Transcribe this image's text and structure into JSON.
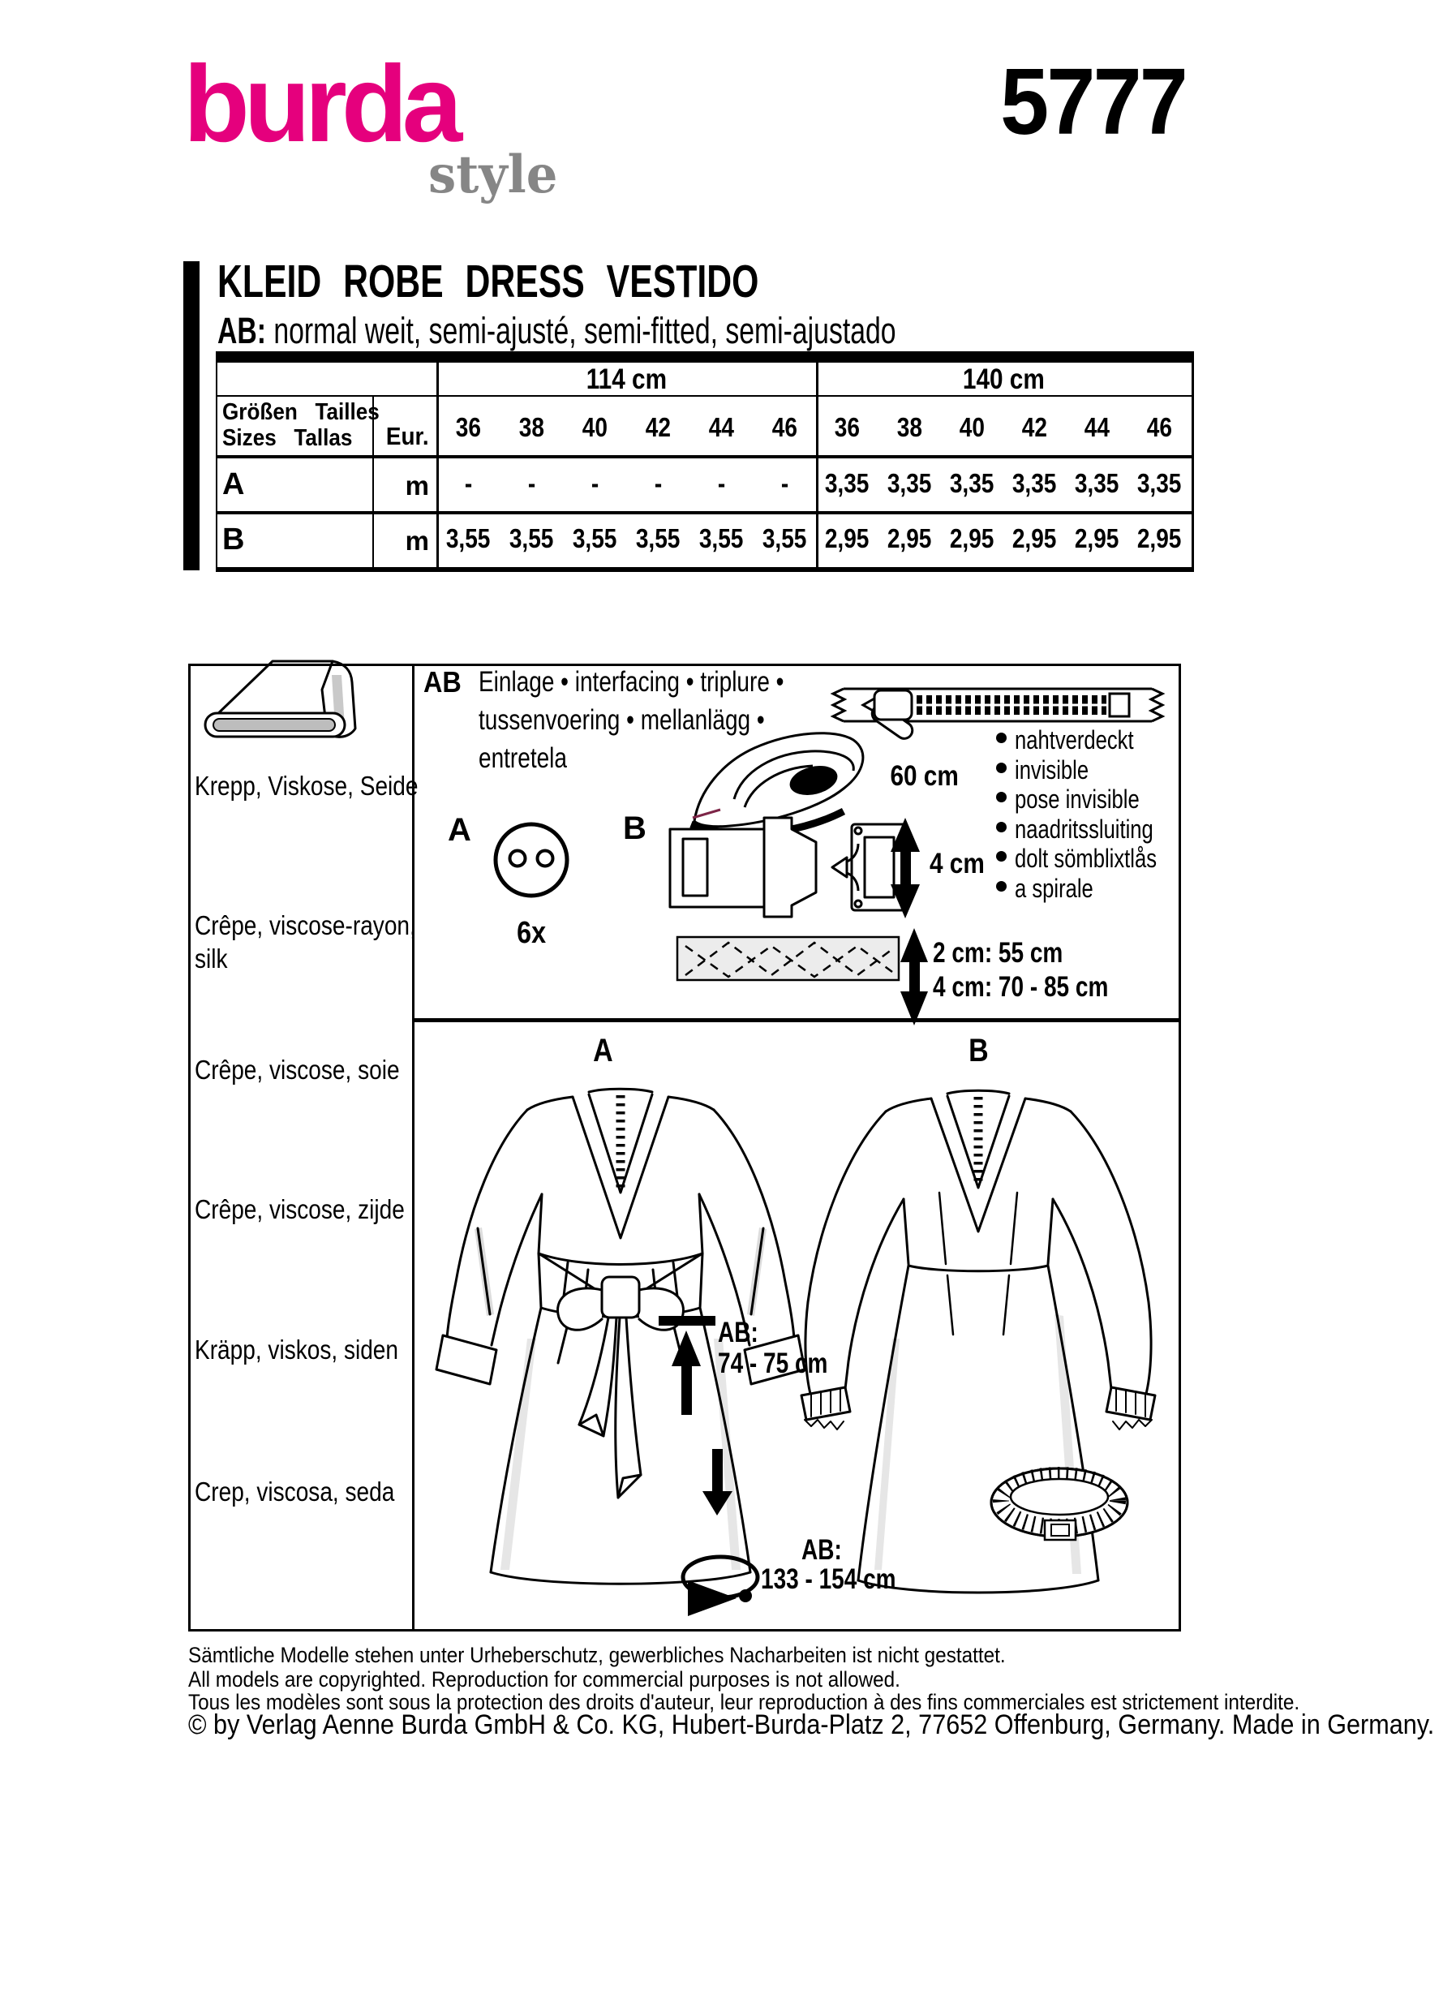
{
  "header": {
    "logo_burda": "burda",
    "logo_style": "style",
    "pattern_number": "5777"
  },
  "title": {
    "garment_names": "KLEID ROBE DRESS VESTIDO",
    "fit_prefix": "AB:",
    "fit_text": " normal weit, semi-ajusté, semi-fitted, semi-ajustado"
  },
  "table": {
    "width_groups": [
      "114 cm",
      "140 cm"
    ],
    "row_header_line1": "Größen Tailles",
    "row_header_line2": "Sizes Tallas",
    "unit_header": "Eur.",
    "sizes": [
      "36",
      "38",
      "40",
      "42",
      "44",
      "46"
    ],
    "rows": [
      {
        "view": "A",
        "unit": "m",
        "w114": [
          "-",
          "-",
          "-",
          "-",
          "-",
          "-"
        ],
        "w140": [
          "3,35",
          "3,35",
          "3,35",
          "3,35",
          "3,35",
          "3,35"
        ]
      },
      {
        "view": "B",
        "unit": "m",
        "w114": [
          "3,55",
          "3,55",
          "3,55",
          "3,55",
          "3,55",
          "3,55"
        ],
        "w140": [
          "2,95",
          "2,95",
          "2,95",
          "2,95",
          "2,95",
          "2,95"
        ]
      }
    ]
  },
  "fabrics": [
    {
      "line1": "Krepp, Viskose, Seide",
      "line2": ""
    },
    {
      "line1": "Crêpe, viscose-rayon,",
      "line2": "silk"
    },
    {
      "line1": "Crêpe, viscose, soie",
      "line2": ""
    },
    {
      "line1": "Crêpe, viscose, zijde",
      "line2": ""
    },
    {
      "line1": "Kräpp, viskos, siden",
      "line2": ""
    },
    {
      "line1": "Crep, viscosa, seda",
      "line2": ""
    }
  ],
  "notions": {
    "views_label": "AB",
    "interfacing_line1": "Einlage • interfacing • triplure •",
    "interfacing_line2": "tussenvoering • mellanlägg •",
    "interfacing_line3": "entretela",
    "zipper_length": "60 cm",
    "zipper_bullets": [
      "nahtverdeckt",
      "invisible",
      "pose invisible",
      "naadritssluiting",
      "dolt sömblixtlås",
      "a spirale"
    ],
    "button_view": "A",
    "button_count": "6x",
    "buckle_view": "B",
    "buckle_width": "4 cm",
    "elastic_line1": "2 cm: 55 cm",
    "elastic_line2": "4 cm: 70 - 85 cm"
  },
  "drawings": {
    "view_a_label": "A",
    "view_b_label": "B",
    "skirt_length_prefix": "AB:",
    "skirt_length_value": "74 - 75 cm",
    "hem_prefix": "AB:",
    "hem_value": "133 - 154 cm"
  },
  "footer": {
    "line_de": "Sämtliche Modelle stehen unter Urheberschutz, gewerbliches Nacharbeiten ist nicht gestattet.",
    "line_en": "All models are copyrighted. Reproduction for commercial purposes is not allowed.",
    "line_fr": "Tous les modèles sont sous la protection des droits d'auteur, leur reproduction à des fins commerciales est strictement interdite.",
    "line_copyright": "© by Verlag Aenne Burda GmbH & Co. KG, Hubert-Burda-Platz 2, 77652 Offenburg, Germany. Made in Germany."
  },
  "colors": {
    "brand_pink": "#e5007d",
    "logo_gray": "#868686"
  }
}
